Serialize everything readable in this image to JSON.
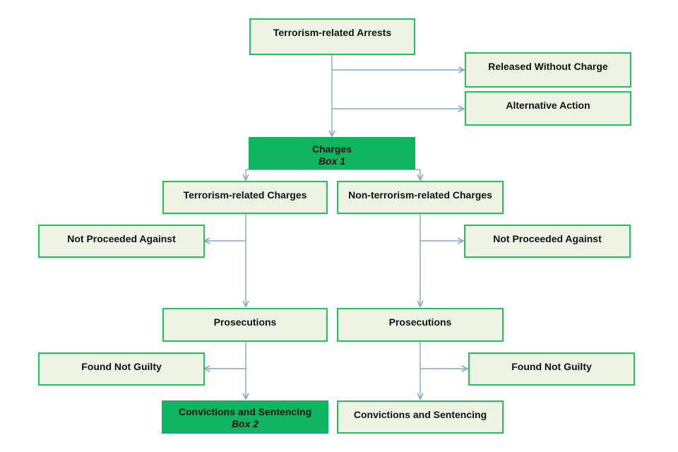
{
  "diagram": {
    "nodes": {
      "arrests": {
        "label": "Terrorism-related Arrests"
      },
      "released": {
        "label": "Released Without Charge"
      },
      "alternative": {
        "label": "Alternative Action"
      },
      "charges": {
        "label": "Charges",
        "sublabel": "Box 1",
        "highlight": true
      },
      "terror_charges": {
        "label": "Terrorism-related Charges"
      },
      "nonterror_charges": {
        "label": "Non-terrorism-related Charges"
      },
      "not_proceeded_left": {
        "label": "Not Proceeded Against"
      },
      "not_proceeded_right": {
        "label": "Not Proceeded Against"
      },
      "prosecutions_left": {
        "label": "Prosecutions"
      },
      "prosecutions_right": {
        "label": "Prosecutions"
      },
      "not_guilty_left": {
        "label": "Found Not Guilty"
      },
      "not_guilty_right": {
        "label": "Found Not Guilty"
      },
      "convictions_left": {
        "label": "Convictions and Sentencing",
        "sublabel": "Box 2",
        "highlight": true
      },
      "convictions_right": {
        "label": "Convictions and Sentencing"
      }
    },
    "edges": [
      [
        "arrests",
        "released"
      ],
      [
        "arrests",
        "alternative"
      ],
      [
        "arrests",
        "charges"
      ],
      [
        "charges",
        "terror_charges"
      ],
      [
        "charges",
        "nonterror_charges"
      ],
      [
        "terror_charges",
        "not_proceeded_left"
      ],
      [
        "terror_charges",
        "prosecutions_left"
      ],
      [
        "nonterror_charges",
        "not_proceeded_right"
      ],
      [
        "nonterror_charges",
        "prosecutions_right"
      ],
      [
        "prosecutions_left",
        "not_guilty_left"
      ],
      [
        "prosecutions_left",
        "convictions_left"
      ],
      [
        "prosecutions_right",
        "not_guilty_right"
      ],
      [
        "prosecutions_right",
        "convictions_right"
      ]
    ],
    "colors": {
      "box_fill": "#eef3e3",
      "box_border": "#21c45b",
      "highlight_fill": "#0fb460",
      "arrow": "#7ea7d6"
    }
  }
}
